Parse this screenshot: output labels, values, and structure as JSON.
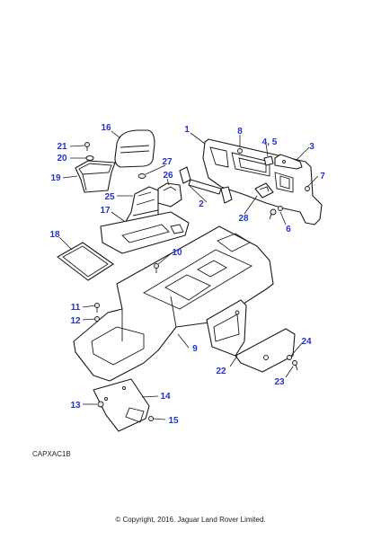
{
  "diagram": {
    "callout_color": "#2233cc",
    "callouts": [
      "1",
      "2",
      "3",
      "4, 5",
      "6",
      "7",
      "8",
      "9",
      "10",
      "11",
      "12",
      "13",
      "14",
      "15",
      "16",
      "17",
      "18",
      "19",
      "20",
      "21",
      "22",
      "23",
      "24",
      "25",
      "26",
      "27",
      "28"
    ]
  },
  "footer": {
    "reference_code": "CAPXAC1B",
    "copyright": "© Copyright, 2016. Jaguar Land Rover Limited."
  }
}
